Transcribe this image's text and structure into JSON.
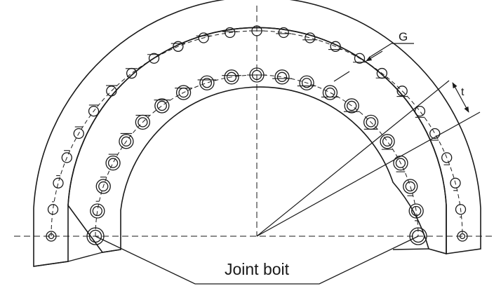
{
  "labels": {
    "g": "G",
    "t": "t",
    "joint_bolt": "Joint boit"
  },
  "colors": {
    "line": "#1a1a1a",
    "background": "#ffffff"
  }
}
